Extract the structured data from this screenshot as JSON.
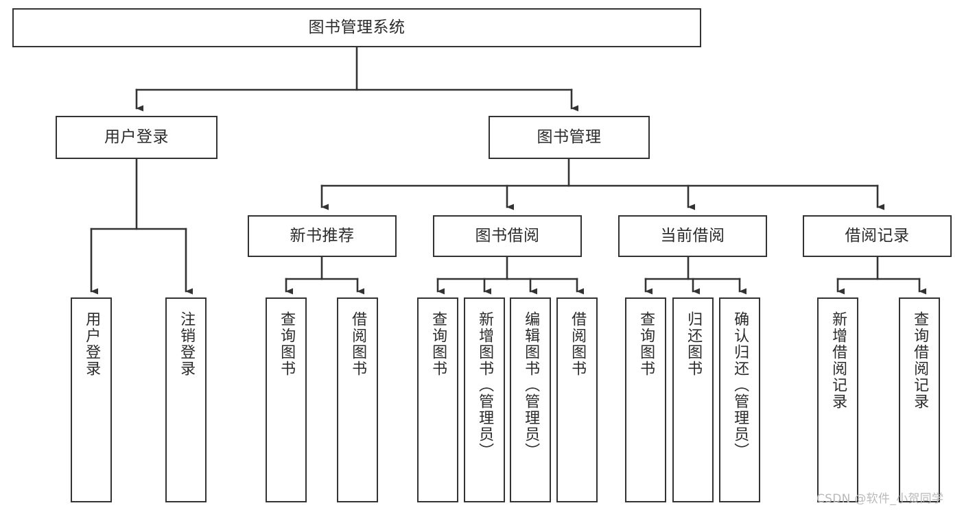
{
  "diagram": {
    "title": "图书管理系统",
    "type": "hierarchy-tree",
    "levels": 4,
    "root": {
      "id": "root",
      "label": "图书管理系统",
      "orientation": "horizontal"
    },
    "level2": [
      {
        "id": "user-login",
        "label": "用户登录",
        "orientation": "horizontal"
      },
      {
        "id": "book-manage",
        "label": "图书管理",
        "orientation": "horizontal"
      }
    ],
    "level3": [
      {
        "id": "new-book-recommend",
        "label": "新书推荐",
        "orientation": "horizontal",
        "parent": "book-manage"
      },
      {
        "id": "book-borrow",
        "label": "图书借阅",
        "orientation": "horizontal",
        "parent": "book-manage"
      },
      {
        "id": "current-borrow",
        "label": "当前借阅",
        "orientation": "horizontal",
        "parent": "book-manage"
      },
      {
        "id": "borrow-record",
        "label": "借阅记录",
        "orientation": "horizontal",
        "parent": "book-manage"
      }
    ],
    "leaves": [
      {
        "id": "leaf-user-login",
        "label": "用户登录",
        "parent": "user-login"
      },
      {
        "id": "leaf-user-logout",
        "label": "注销登录",
        "parent": "user-login"
      },
      {
        "id": "leaf-query-book-1",
        "label": "查询图书",
        "parent": "new-book-recommend"
      },
      {
        "id": "leaf-borrow-book-1",
        "label": "借阅图书",
        "parent": "new-book-recommend"
      },
      {
        "id": "leaf-query-book-2",
        "label": "查询图书",
        "parent": "book-borrow"
      },
      {
        "id": "leaf-add-book",
        "label": "新增图书（管理员）",
        "parent": "book-borrow"
      },
      {
        "id": "leaf-edit-book",
        "label": "编辑图书（管理员）",
        "parent": "book-borrow"
      },
      {
        "id": "leaf-borrow-book-2",
        "label": "借阅图书",
        "parent": "book-borrow"
      },
      {
        "id": "leaf-query-book-3",
        "label": "查询图书",
        "parent": "current-borrow"
      },
      {
        "id": "leaf-return-book",
        "label": "归还图书",
        "parent": "current-borrow"
      },
      {
        "id": "leaf-confirm-return",
        "label": "确认归还（管理员）",
        "parent": "current-borrow"
      },
      {
        "id": "leaf-add-record",
        "label": "新增借阅记录",
        "parent": "borrow-record"
      },
      {
        "id": "leaf-query-record",
        "label": "查询借阅记录",
        "parent": "borrow-record"
      }
    ],
    "colors": {
      "stroke": "#333333",
      "fill": "#ffffff",
      "text": "#2b2b2b",
      "watermark": "#b9b9b9"
    }
  },
  "watermark": {
    "text": "CSDN @软件_小贺同学"
  }
}
